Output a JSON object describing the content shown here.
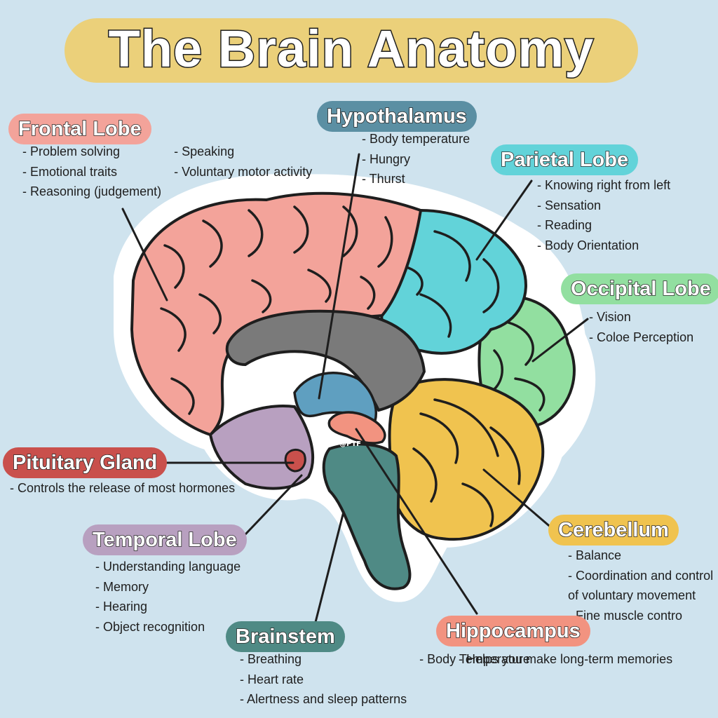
{
  "title": "The Brain Anatomy",
  "credit": "@PTF",
  "colors": {
    "background": "#cfe3ee",
    "title_pill": "#ebd07a",
    "frontal": "#f3a39a",
    "hypothalamus": "#5b8fa3",
    "parietal": "#62d3d9",
    "occipital": "#92dfa0",
    "cerebellum": "#f0c34f",
    "pituitary": "#c9504c",
    "temporal": "#b8a0c0",
    "brainstem": "#4f8a85",
    "hippocampus": "#f29380",
    "corpus": "#7a7a7a"
  },
  "labels": {
    "frontal": {
      "name": "Frontal Lobe",
      "col1": [
        "Problem solving",
        "Emotional traits",
        "Reasoning (judgement)"
      ],
      "col2": [
        "Speaking",
        "Voluntary motor activity"
      ]
    },
    "hypothalamus": {
      "name": "Hypothalamus",
      "items": [
        "Body temperature",
        "Hungry",
        "Thurst"
      ]
    },
    "parietal": {
      "name": "Parietal Lobe",
      "items": [
        "Knowing right from left",
        "Sensation",
        "Reading",
        "Body Orientation"
      ]
    },
    "occipital": {
      "name": "Occipital Lobe",
      "items": [
        "Vision",
        "Coloe Perception"
      ]
    },
    "pituitary": {
      "name": "Pituitary Gland",
      "items": [
        "Controls the release of most hormones"
      ]
    },
    "temporal": {
      "name": "Temporal Lobe",
      "items": [
        "Understanding language",
        "Memory",
        "Hearing",
        "Object recognition"
      ]
    },
    "cerebellum": {
      "name": "Cerebellum",
      "items": [
        "Balance",
        "Coordination and control",
        "of voluntary movement",
        "Fine muscle contro"
      ]
    },
    "brainstem": {
      "name": "Brainstem",
      "col1": [
        "Breathing",
        "Heart rate",
        "Alertness and sleep patterns"
      ],
      "col2": [
        "Body Temperature"
      ]
    },
    "hippocampus": {
      "name": "Hippocampus",
      "items": [
        "Helps you make long-term memories"
      ]
    }
  }
}
